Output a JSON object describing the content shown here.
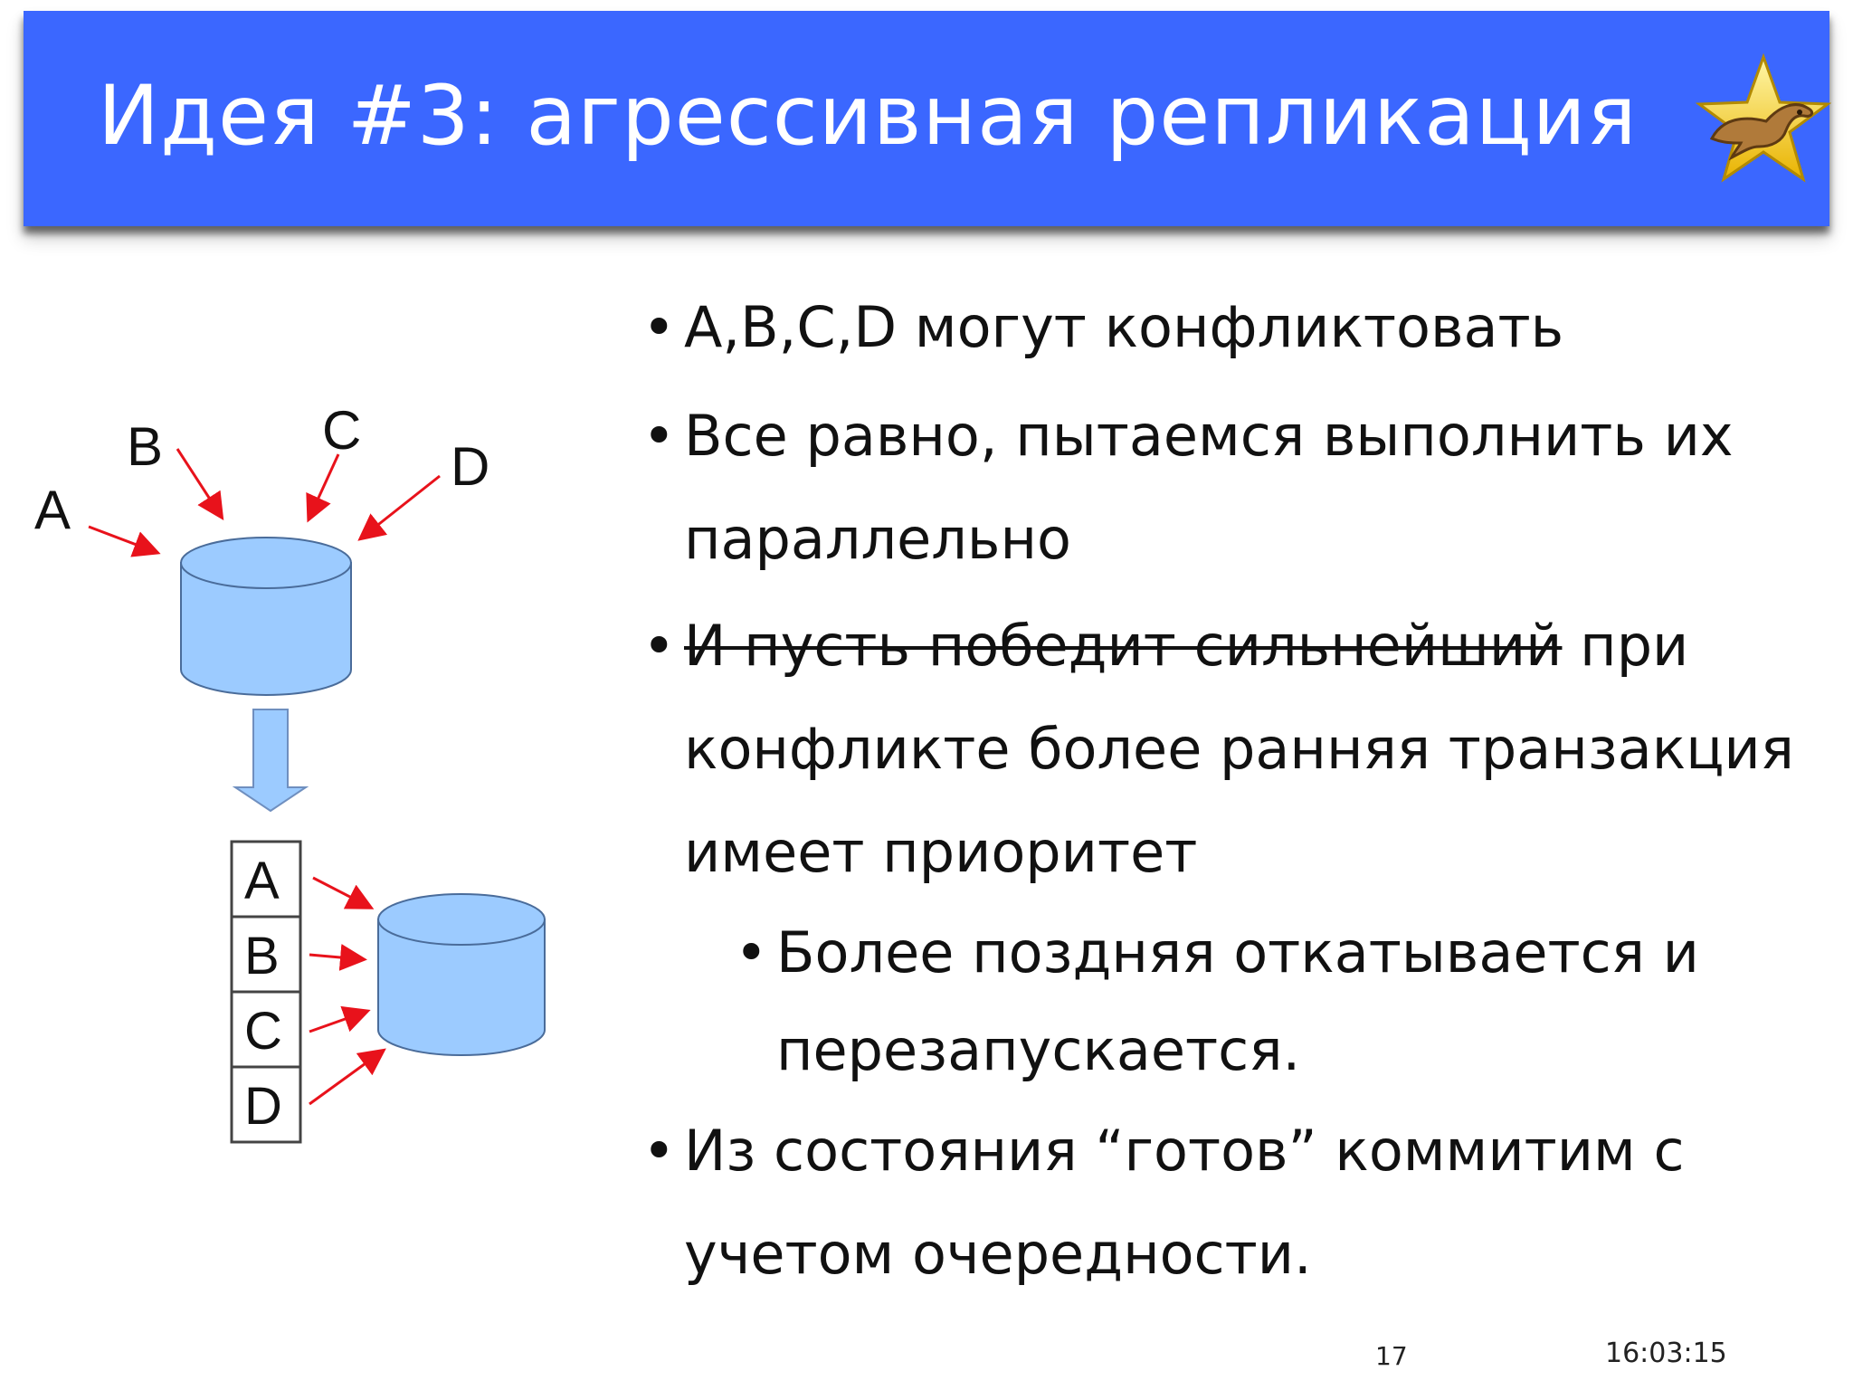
{
  "slide": {
    "title": "Идея #3: агрессивная репликация",
    "logo_icon": "mysql-dolphin-star-logo",
    "colors": {
      "title_bar": "#3b67ff",
      "cylinder_fill": "#9ccbff",
      "arrow_red": "#e8121b",
      "down_arrow_fill": "#9ccbff"
    },
    "diagram": {
      "labels_top": [
        "A",
        "B",
        "C",
        "D"
      ],
      "queue": [
        "A",
        "B",
        "C",
        "D"
      ]
    },
    "bullets": [
      {
        "text": "A,B,C,D могут конфликтовать"
      },
      {
        "text": "Все равно, пытаемся выполнить их параллельно"
      },
      {
        "struck": "И пусть победит сильнейший",
        "text": " при конфликте более ранняя транзакция имеет приоритет",
        "sub": "Более поздняя откатывается и перезапускается."
      },
      {
        "text": "Из состояния “готов” коммитим с учетом очередности."
      }
    ],
    "bullet_glyph": "•",
    "page_number": "17",
    "time": "16:03:15"
  }
}
